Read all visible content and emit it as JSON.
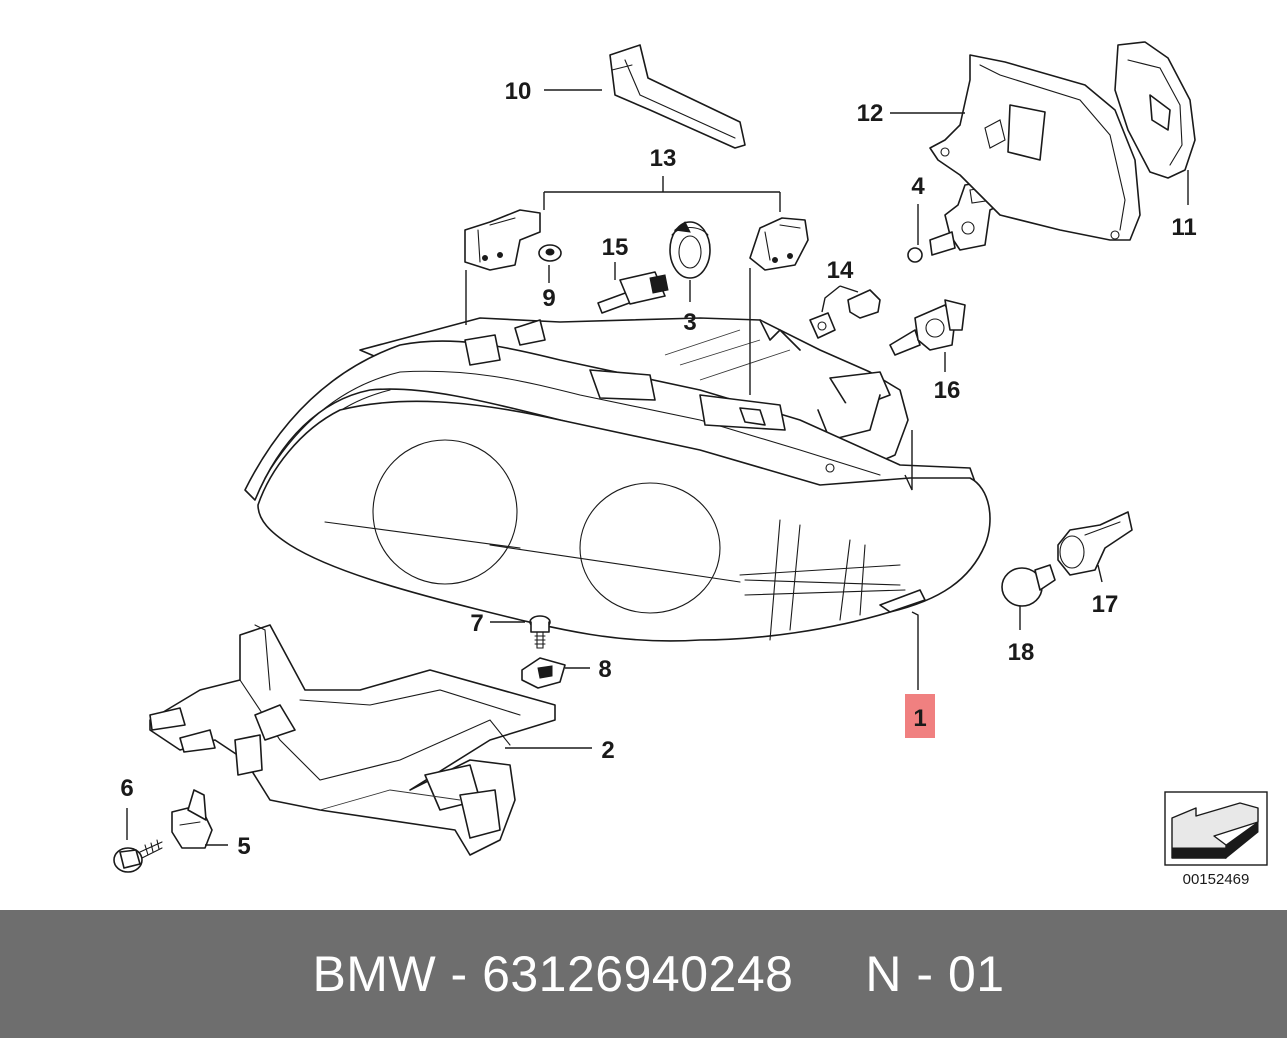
{
  "diagram": {
    "callouts": [
      {
        "id": "c1",
        "label": "1",
        "highlighted": true
      },
      {
        "id": "c2",
        "label": "2"
      },
      {
        "id": "c3",
        "label": "3"
      },
      {
        "id": "c4",
        "label": "4"
      },
      {
        "id": "c5",
        "label": "5"
      },
      {
        "id": "c6",
        "label": "6"
      },
      {
        "id": "c7",
        "label": "7"
      },
      {
        "id": "c8",
        "label": "8"
      },
      {
        "id": "c9",
        "label": "9"
      },
      {
        "id": "c10",
        "label": "10"
      },
      {
        "id": "c11",
        "label": "11"
      },
      {
        "id": "c12",
        "label": "12"
      },
      {
        "id": "c13",
        "label": "13"
      },
      {
        "id": "c14",
        "label": "14"
      },
      {
        "id": "c15",
        "label": "15"
      },
      {
        "id": "c16",
        "label": "16"
      },
      {
        "id": "c17",
        "label": "17"
      },
      {
        "id": "c18",
        "label": "18"
      }
    ],
    "reference_number": "00152469",
    "highlight_color": "#f08080"
  },
  "footer": {
    "text": "BMW - 63126940248     N - 01",
    "background_color": "#6e6e6e"
  }
}
